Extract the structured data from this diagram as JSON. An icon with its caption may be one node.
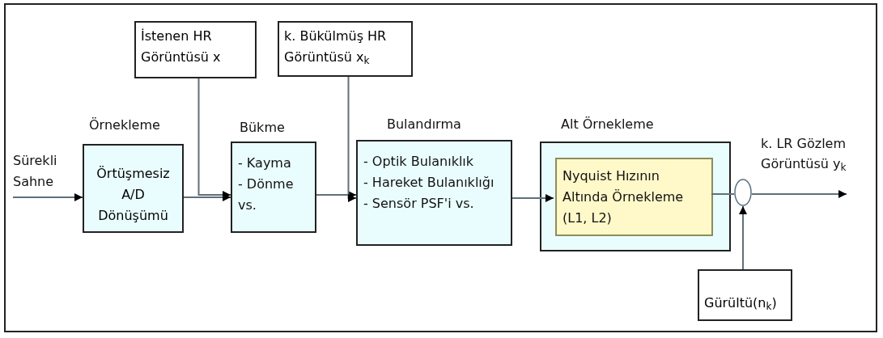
{
  "diagram": {
    "nodes": [
      {
        "text": [
          "Sürekli Sahne"
        ]
      },
      {
        "text": [
          "Örnekleme",
          "Örtüşmesiz A/D Dönüşümü"
        ]
      },
      {
        "text": [
          "Bükme",
          "- Kayma",
          "- Dönme",
          "vs."
        ]
      },
      {
        "text": [
          "Bulandırma",
          "- Optik Bulanıklık",
          "- Hareket Bulanıklığı",
          "- Sensör PSF'i vs."
        ]
      },
      {
        "text": [
          "Alt Örnekleme"
        ]
      },
      {
        "text": [
          "Nyquist Hızının Altında Örnekleme (L1, L2)"
        ],
        "in": 4
      },
      {
        "text": [
          "İstenen HR Görüntüsü x"
        ]
      },
      {
        "text": [
          "k. Bükülmüş HR Görüntüsü x$_{k}$"
        ]
      },
      {
        "text": [],
        "shape": "circle"
      },
      {
        "text": [
          "Gürültü(n$_{k}$)"
        ]
      }
    ],
    "edges": [
      {
        "from": 0,
        "to": 1,
        "arrow": "to"
      },
      {
        "from": 1,
        "to": 2,
        "arrow": "to"
      },
      {
        "from": 6,
        "to": 2,
        "arrow": "to"
      },
      {
        "from": 2,
        "to": 3,
        "arrow": "to"
      },
      {
        "from": 7,
        "to": 3,
        "arrow": "to"
      },
      {
        "from": 3,
        "to": 5,
        "arrow": "to"
      },
      {
        "from": 5,
        "to": 8,
        "arrow": "none"
      },
      {
        "from": 8,
        "to": null,
        "arrow": "to"
      },
      {
        "from": 9,
        "to": 8,
        "arrow": "to"
      }
    ],
    "labels": [
      "k. LR Gözlem Görüntüsü y$_{k}$"
    ]
  }
}
